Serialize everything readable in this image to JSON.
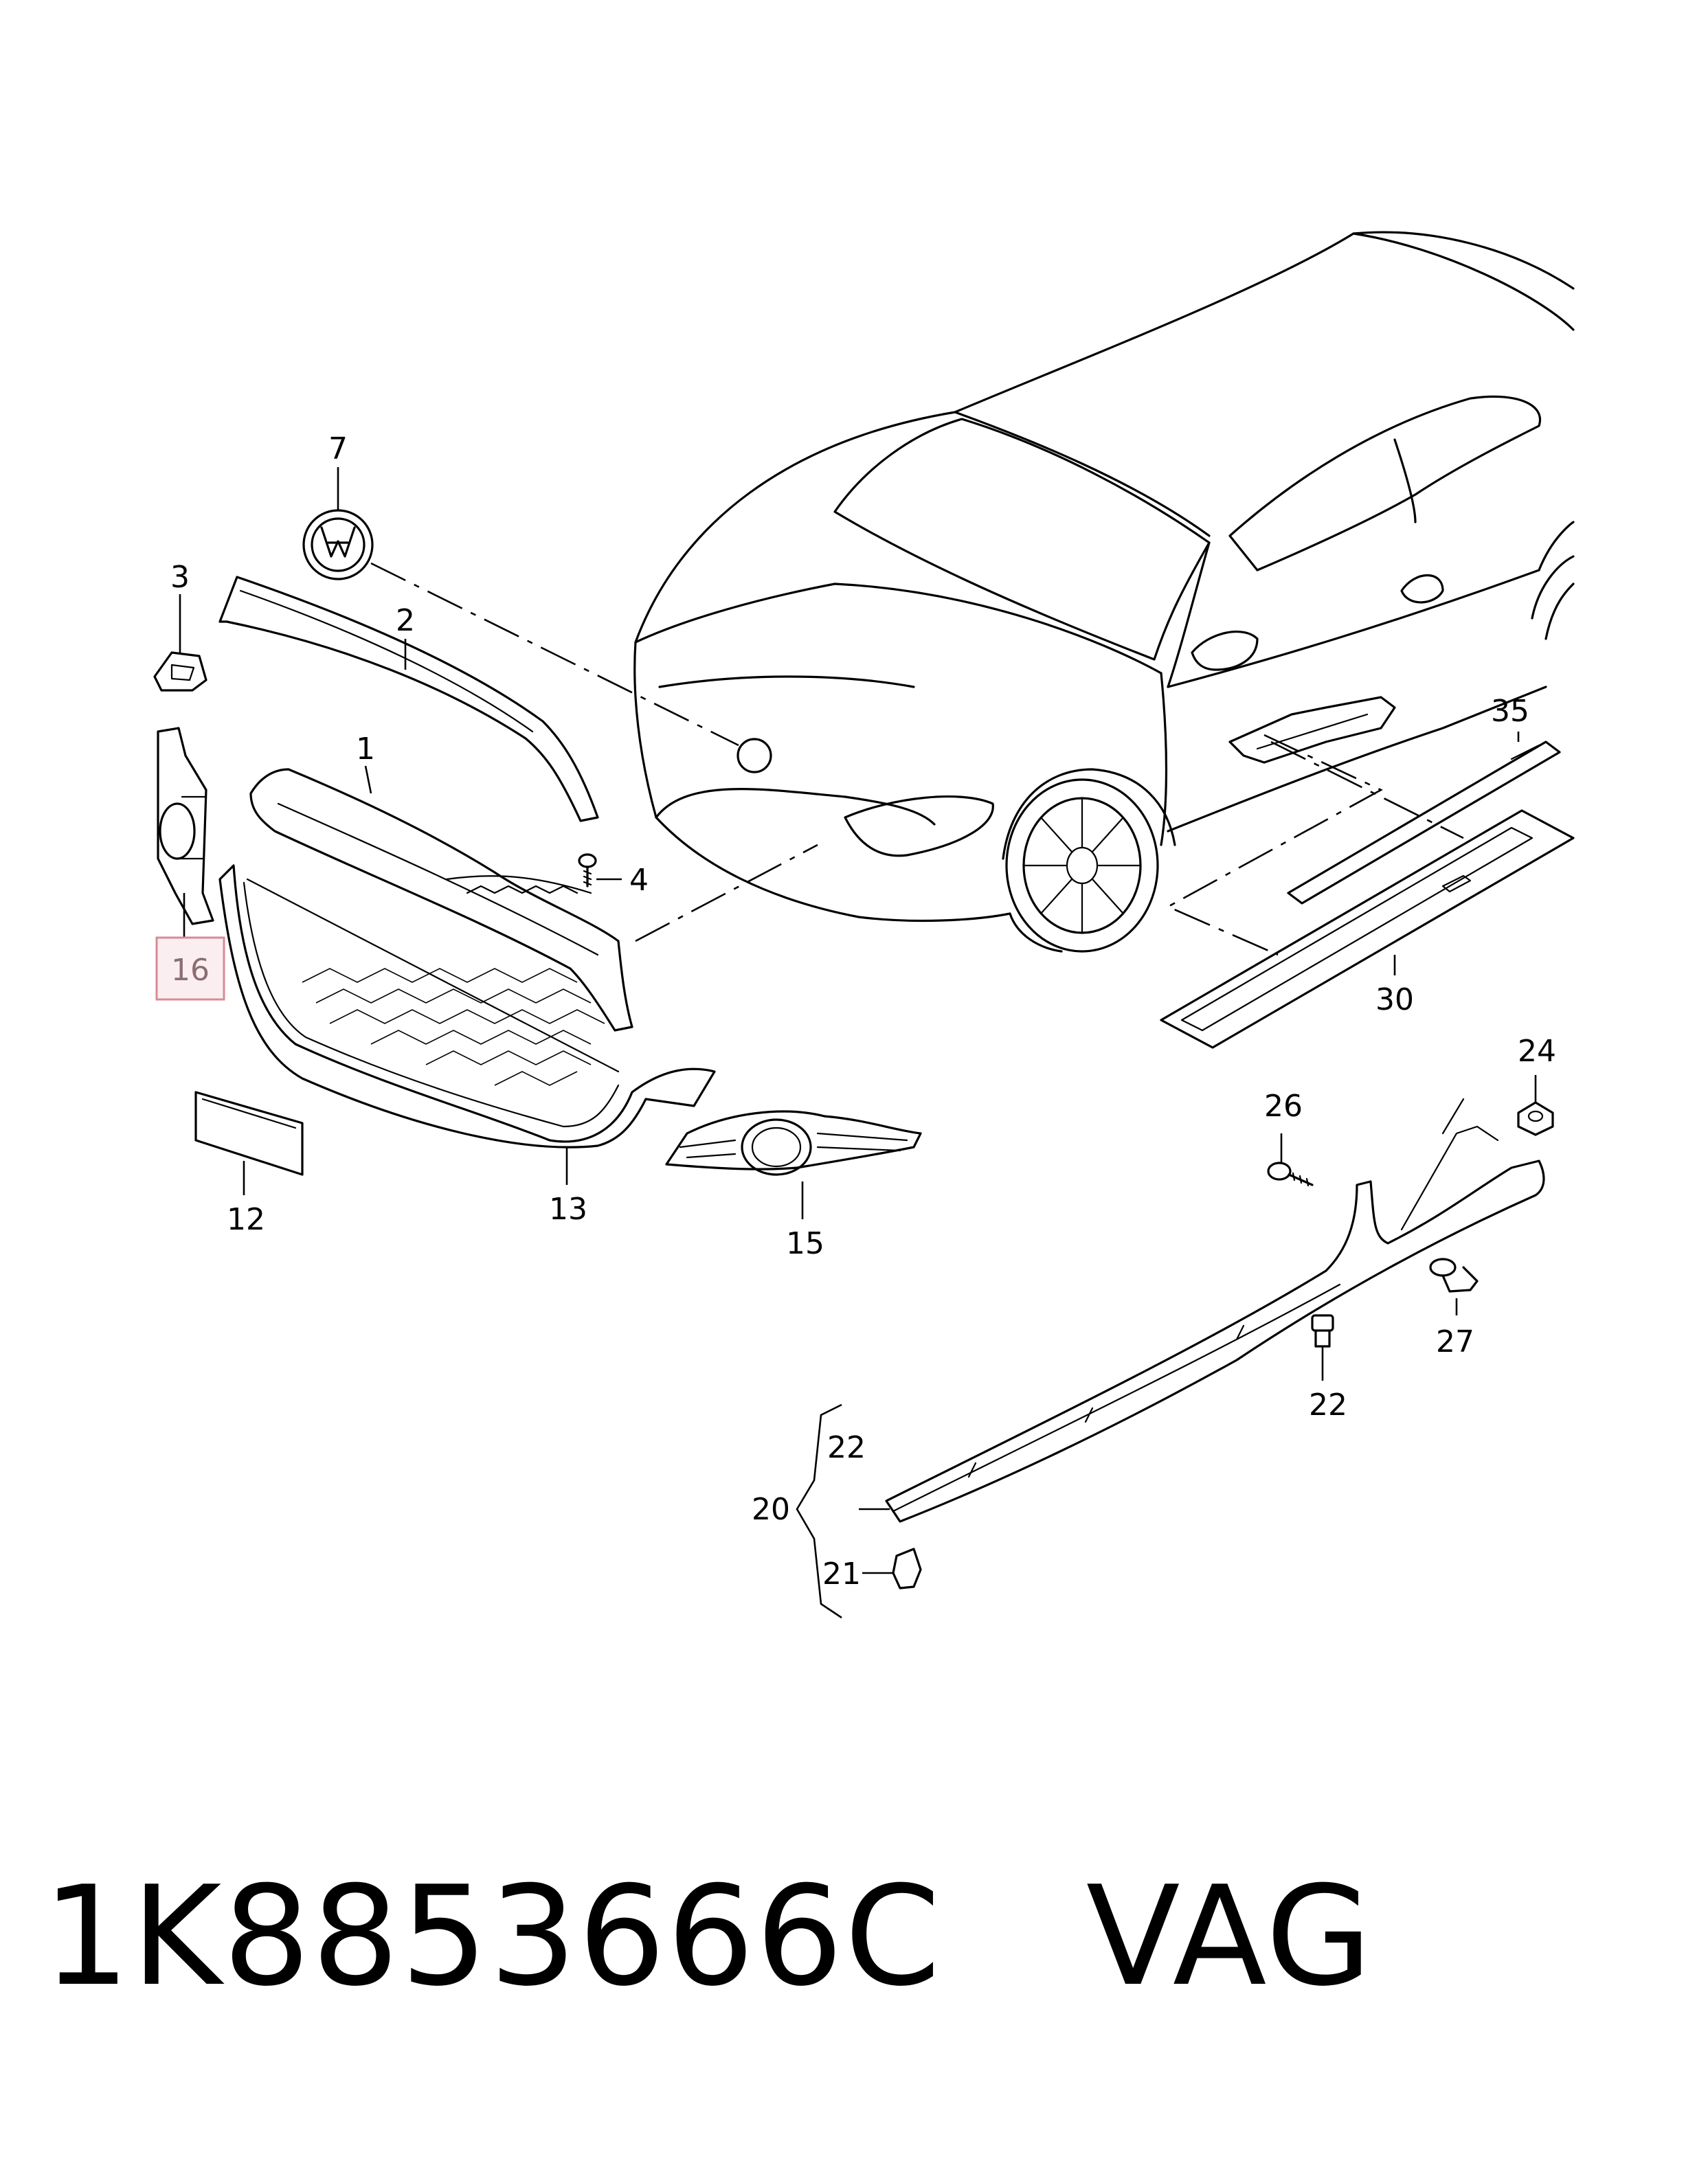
{
  "callouts": {
    "c1": "1",
    "c2": "2",
    "c3": "3",
    "c4": "4",
    "c7": "7",
    "c12": "12",
    "c13": "13",
    "c15": "15",
    "c16": "16",
    "c20": "20",
    "c21": "21",
    "c22a": "22",
    "c22b": "22",
    "c24": "24",
    "c26": "26",
    "c27": "27",
    "c30": "30",
    "c35": "35"
  },
  "highlighted_callout": "16",
  "footer": {
    "part_number": "1K8853666C",
    "brand": "VAG"
  },
  "colors": {
    "line": "#000000",
    "highlight_fill": "#fbeef0",
    "highlight_border": "#d98a96",
    "highlight_text": "#8a6e74"
  }
}
